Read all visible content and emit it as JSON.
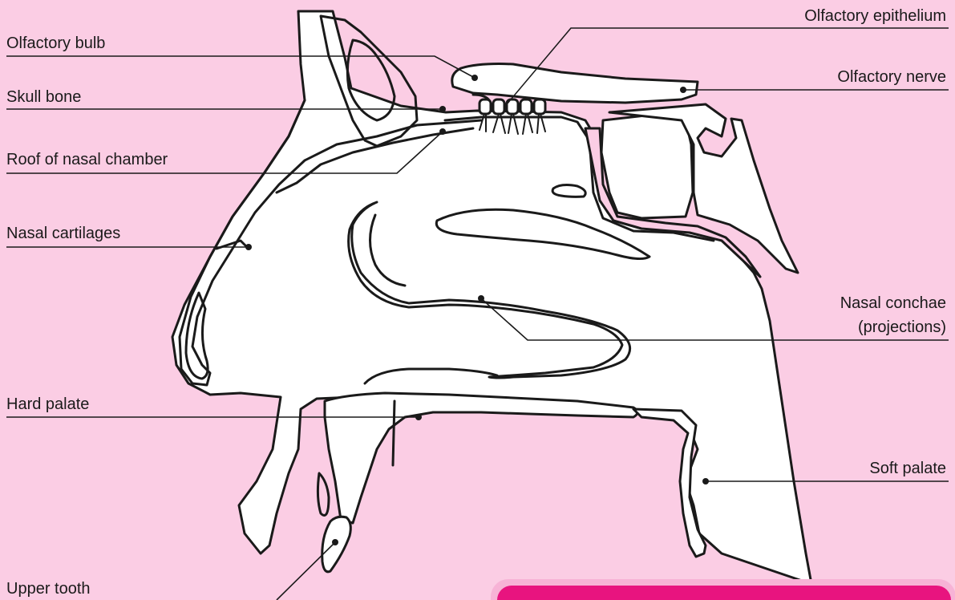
{
  "labels": {
    "olfactory_bulb": "Olfactory bulb",
    "skull_bone": "Skull bone",
    "roof_of_nasal_chamber": "Roof of nasal chamber",
    "nasal_cartilages": "Nasal cartilages",
    "hard_palate": "Hard palate",
    "upper_tooth": "Upper tooth",
    "olfactory_epithelium": "Olfactory epithelium",
    "olfactory_nerve": "Olfactory nerve",
    "nasal_conchae_line1": "Nasal conchae",
    "nasal_conchae_line2": "(projections)",
    "soft_palate": "Soft palate"
  },
  "colors": {
    "background": "#fbcde4",
    "banner": "#e8147f",
    "outline": "#1a1a1a",
    "tissue": "#ffffff"
  }
}
